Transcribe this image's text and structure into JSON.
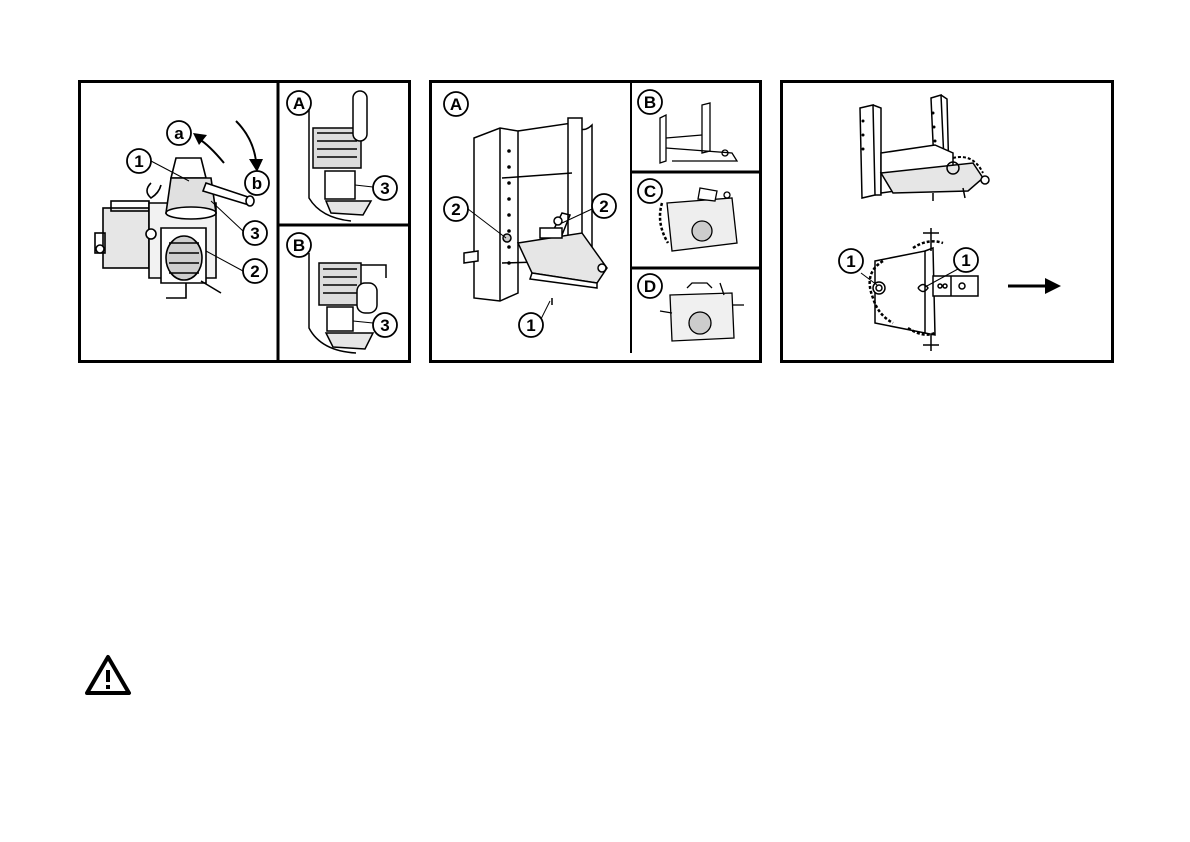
{
  "figures": [
    {
      "main_callouts": {
        "c1": "1",
        "c2": "2",
        "c3": "3",
        "ca": "a",
        "cb": "b"
      },
      "inset_A": {
        "label": "A",
        "c3": "3"
      },
      "inset_B": {
        "label": "B",
        "c3": "3"
      }
    },
    {
      "main_label": "A",
      "main_callouts": {
        "c1": "1",
        "c2_left": "2",
        "c2_right": "2"
      },
      "insets": {
        "B": "B",
        "C": "C",
        "D": "D"
      }
    },
    {
      "bottom_callouts": {
        "c1_left": "1",
        "c1_right": "1"
      }
    }
  ],
  "icons": {
    "warning": "warning-triangle-icon"
  },
  "colors": {
    "ink": "#000000",
    "paper": "#ffffff",
    "shade": "#d8d8d8"
  }
}
